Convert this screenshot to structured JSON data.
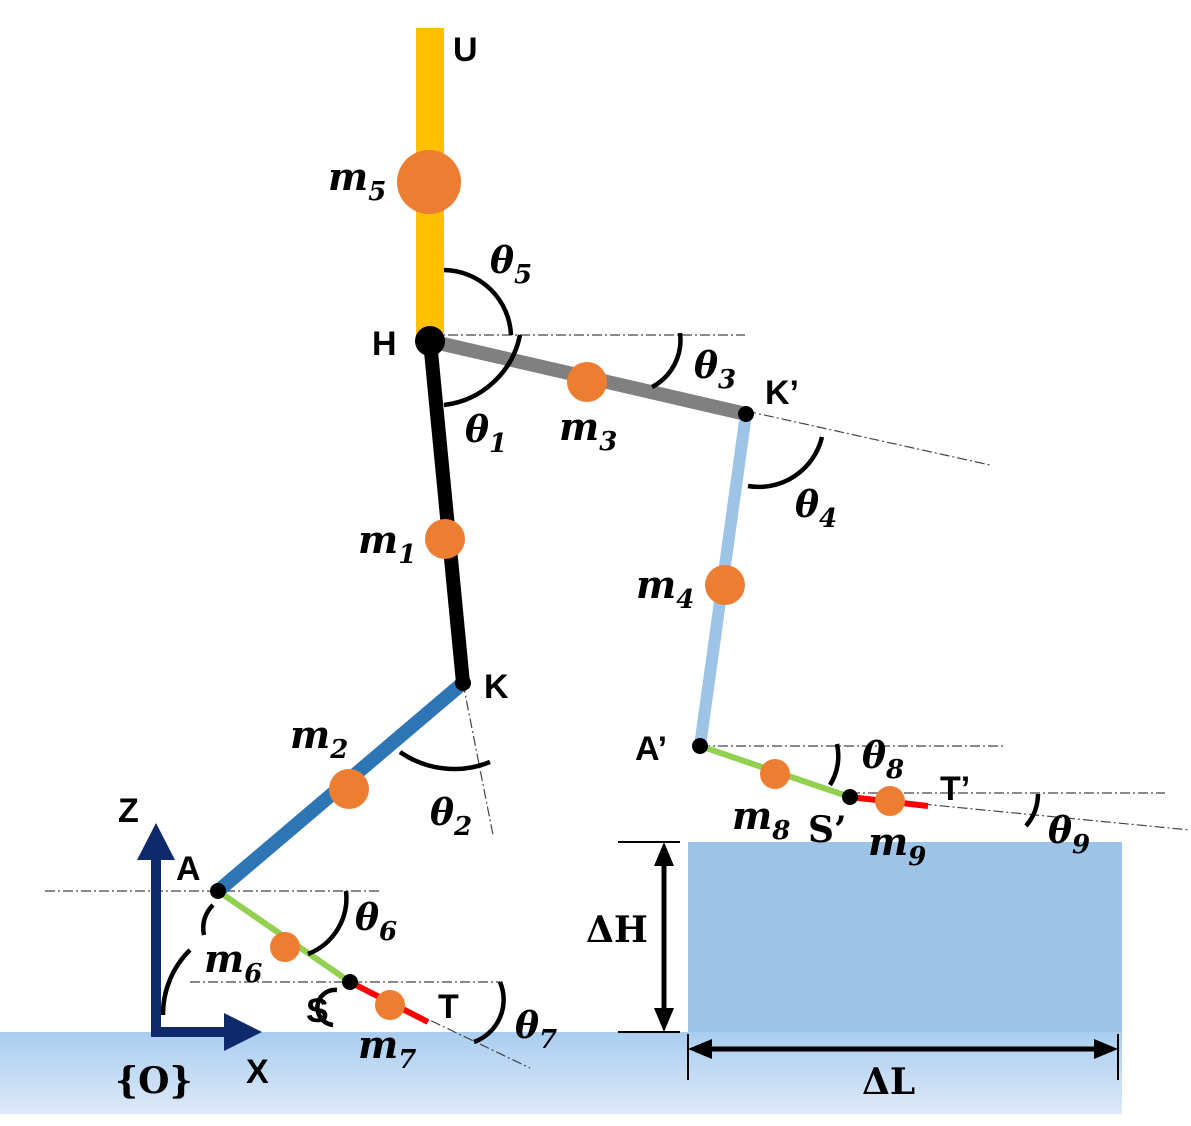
{
  "points": {
    "U": "U",
    "H": "H",
    "K": "K",
    "A": "A",
    "S": "S",
    "T": "T",
    "K_prime": "K’",
    "A_prime": "A’",
    "S_prime": "S’",
    "T_prime": "T’"
  },
  "masses": [
    {
      "base": "m",
      "sub": "1"
    },
    {
      "base": "m",
      "sub": "2"
    },
    {
      "base": "m",
      "sub": "3"
    },
    {
      "base": "m",
      "sub": "4"
    },
    {
      "base": "m",
      "sub": "5"
    },
    {
      "base": "m",
      "sub": "6"
    },
    {
      "base": "m",
      "sub": "7"
    },
    {
      "base": "m",
      "sub": "8"
    },
    {
      "base": "m",
      "sub": "9"
    }
  ],
  "angles": [
    {
      "base": "θ",
      "sub": "1"
    },
    {
      "base": "θ",
      "sub": "2"
    },
    {
      "base": "θ",
      "sub": "3"
    },
    {
      "base": "θ",
      "sub": "4"
    },
    {
      "base": "θ",
      "sub": "5"
    },
    {
      "base": "θ",
      "sub": "6"
    },
    {
      "base": "θ",
      "sub": "7"
    },
    {
      "base": "θ",
      "sub": "8"
    },
    {
      "base": "θ",
      "sub": "9"
    }
  ],
  "frame": {
    "origin": "{O}",
    "x_axis": "X",
    "z_axis": "Z"
  },
  "obstacle": {
    "height": "ΔH",
    "length": "ΔL"
  },
  "colors": {
    "trunk": "#ffc000",
    "stance_thigh": "#000000",
    "stance_shank": "#2e75b6",
    "swing_thigh": "#808080",
    "swing_shank": "#9dc3e6",
    "foot": "#92d050",
    "toe": "#ff0000",
    "mass": "#ed7d31",
    "axis": "#0f2a6b",
    "obstacle": "#9dc3e6"
  }
}
